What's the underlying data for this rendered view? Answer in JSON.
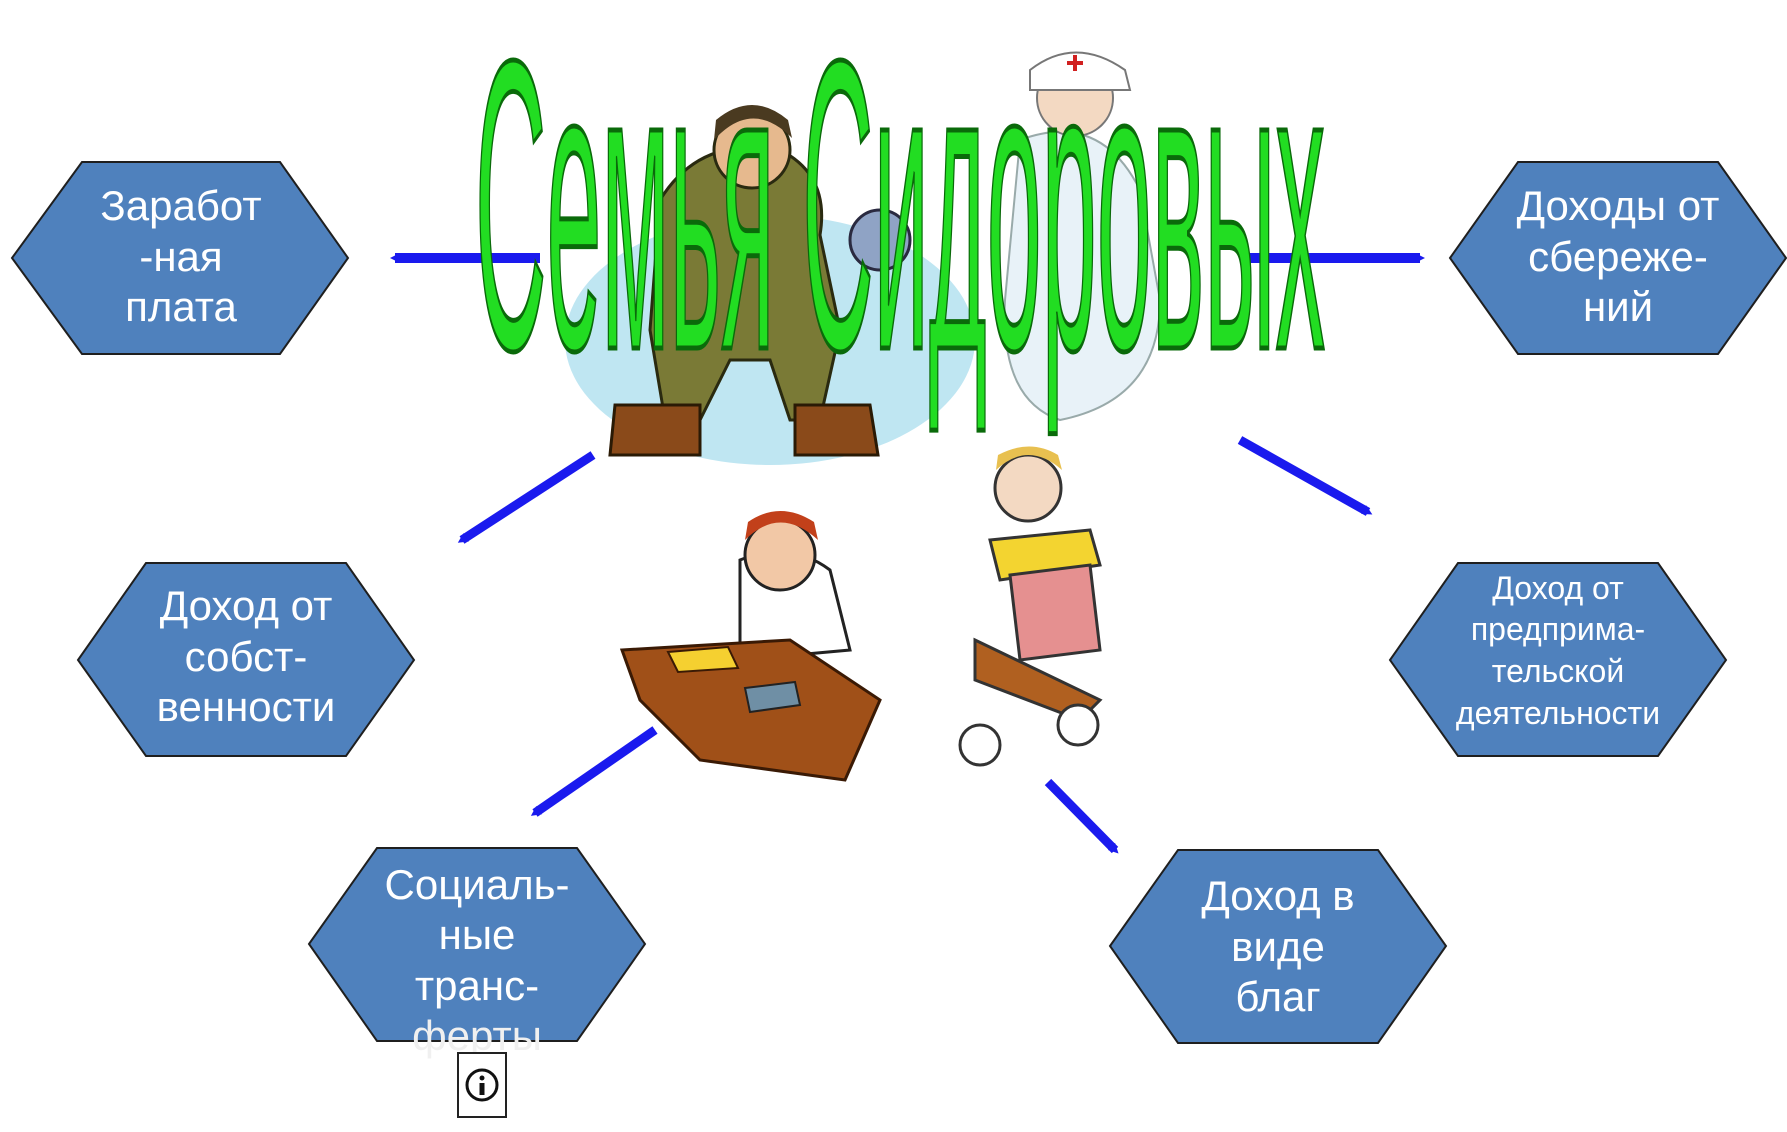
{
  "title": "Семья Сидоровых",
  "colors": {
    "hexagon_fill": "#4f81bd",
    "hexagon_border": "#1f1f1f",
    "hexagon_text": "#ffffff",
    "arrow": "#1a1aee",
    "title_fill": "#22dd22",
    "title_outline": "#0a6a0a"
  },
  "nodes": [
    {
      "id": "wages",
      "lines": [
        "Заработ",
        "-ная",
        "плата"
      ]
    },
    {
      "id": "savings",
      "lines": [
        "Доходы от",
        "сбереже-",
        "ний"
      ]
    },
    {
      "id": "property",
      "lines": [
        "Доход от",
        "собст-",
        "венности"
      ]
    },
    {
      "id": "business",
      "lines": [
        "Доход от",
        "предприма-",
        "тельской",
        "деятельности"
      ]
    },
    {
      "id": "social",
      "lines": [
        "Социаль-",
        "ные",
        "транс-",
        "ферты"
      ]
    },
    {
      "id": "goods",
      "lines": [
        "Доход в",
        "виде",
        "благ"
      ]
    }
  ],
  "illustrations": [
    "worker-clipart",
    "nurse-clipart",
    "office-worker-clipart",
    "child-on-scooter-clipart"
  ],
  "icons": [
    "info-icon"
  ]
}
